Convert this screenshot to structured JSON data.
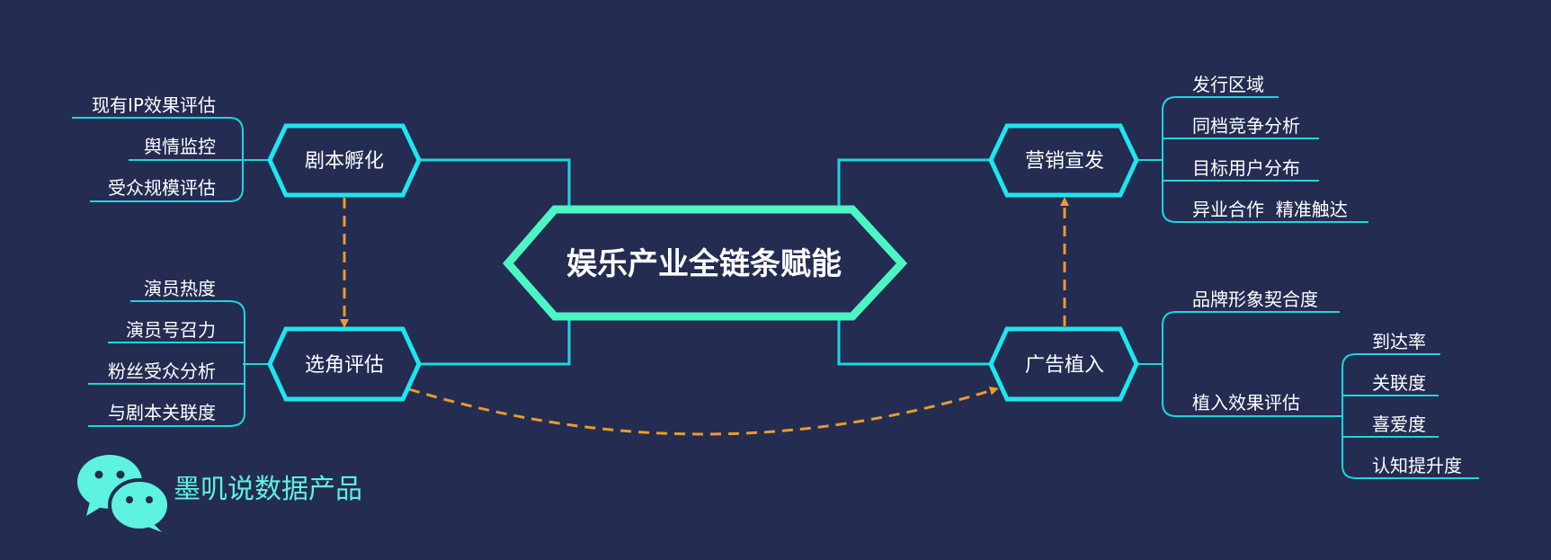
{
  "center": {
    "label": "娱乐产业全链条赋能"
  },
  "nodes": {
    "script": "剧本孵化",
    "casting": "选角评估",
    "marketing": "营销宣发",
    "ad": "广告植入"
  },
  "leaves": {
    "script": [
      "现有IP效果评估",
      "舆情监控",
      "受众规模评估"
    ],
    "casting": [
      "演员热度",
      "演员号召力",
      "粉丝受众分析",
      "与剧本关联度"
    ],
    "marketing": [
      "发行区域",
      "同档竞争分析",
      "目标用户分布",
      "异业合作  精准触达"
    ],
    "ad": [
      "品牌形象契合度",
      "植入效果评估"
    ],
    "ad_effect": [
      "到达率",
      "关联度",
      "喜爱度",
      "认知提升度"
    ]
  },
  "brand": {
    "label": "墨叽说数据产品"
  },
  "colors": {
    "background": "#242c52",
    "node_border": "#1ee6ee",
    "center_border": "#4cf5c4",
    "dashed_arrow": "#e99b2c",
    "brand": "#5ef2e0"
  }
}
